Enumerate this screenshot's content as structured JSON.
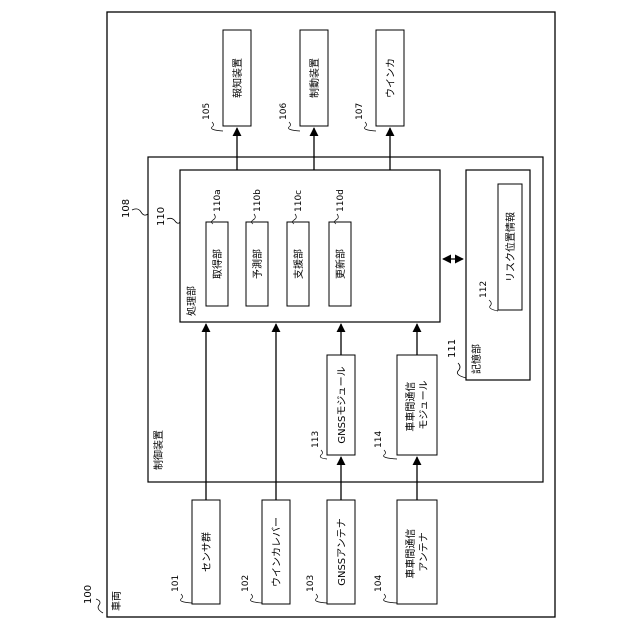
{
  "vehicle": {
    "ref": "100",
    "label": "車両"
  },
  "control_device": {
    "ref": "108",
    "label": "制御装置"
  },
  "processing_unit": {
    "ref": "110",
    "label": "処理部",
    "modules": [
      {
        "ref": "110a",
        "label": "取得部"
      },
      {
        "ref": "110b",
        "label": "予測部"
      },
      {
        "ref": "110c",
        "label": "支援部"
      },
      {
        "ref": "110d",
        "label": "更新部"
      }
    ]
  },
  "storage_unit": {
    "ref": "111",
    "label": "記憶部",
    "item": {
      "ref": "112",
      "label": "リスク位置情報"
    }
  },
  "interior_modules": [
    {
      "ref": "113",
      "label": "GNSSモジュール"
    },
    {
      "ref": "114",
      "label": "車車間通信\nモジュール"
    }
  ],
  "inputs": [
    {
      "ref": "101",
      "label": "センサ群"
    },
    {
      "ref": "102",
      "label": "ウインカレバー"
    },
    {
      "ref": "103",
      "label": "GNSSアンテナ"
    },
    {
      "ref": "104",
      "label": "車車間通信\nアンテナ"
    }
  ],
  "outputs": [
    {
      "ref": "105",
      "label": "報知装置"
    },
    {
      "ref": "106",
      "label": "制動装置"
    },
    {
      "ref": "107",
      "label": "ウインカ"
    }
  ]
}
